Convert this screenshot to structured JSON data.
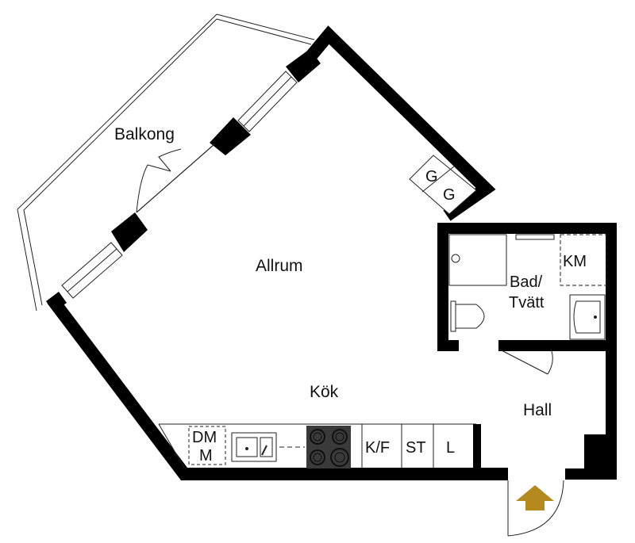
{
  "rooms": {
    "balcony": "Balkong",
    "living": "Allrum",
    "kitchen": "Kök",
    "bath": "Bad/",
    "bath_line2": "Tvätt",
    "hall": "Hall"
  },
  "fixtures": {
    "wardrobe_top": "G",
    "wardrobe_bottom": "G",
    "laundry_cabinet": "KM",
    "dishwasher": "DM",
    "microwave": "M",
    "fridge_freezer": "K/F",
    "storage": "ST",
    "pantry": "L"
  },
  "icons": {
    "entrance": "entrance-arrow-icon"
  },
  "colors": {
    "wall": "#000000",
    "entrance_arrow": "#b48a1e",
    "stove": "#3a3a3a"
  }
}
